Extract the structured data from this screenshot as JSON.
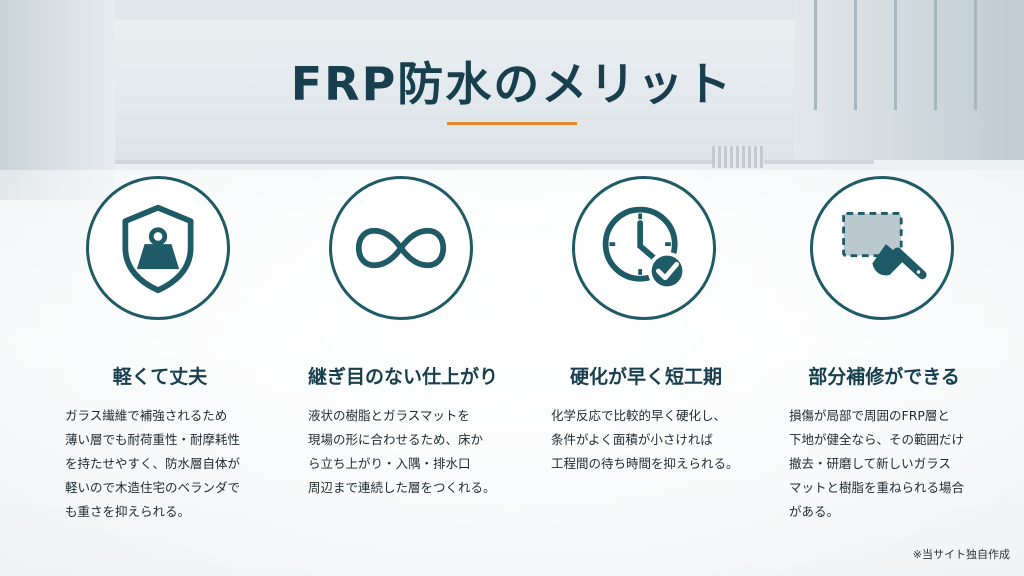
{
  "title": "FRP防水のメリット",
  "accent_color": "#e48a2a",
  "icon_color": "#1f5a67",
  "cards": [
    {
      "icon": "shield-weight-icon",
      "heading": "軽くて丈夫",
      "lines": [
        "ガラス繊維で補強されるため",
        "薄い層でも耐荷重性・耐摩耗性",
        "を持たせやすく、防水層自体が",
        "軽いので木造住宅のベランダで",
        "も重さを抑えられる。"
      ]
    },
    {
      "icon": "infinity-icon",
      "heading": "継ぎ目のない仕上がり",
      "lines": [
        "液状の樹脂とガラスマットを",
        "現場の形に合わせるため、床か",
        "ら立ち上がり・入隅・排水口",
        "周辺まで連続した層をつくれる。"
      ]
    },
    {
      "icon": "clock-check-icon",
      "heading": "硬化が早く短工期",
      "lines": [
        "化学反応で比較的早く硬化し、",
        "条件がよく面積が小さければ",
        "工程間の待ち時間を抑えられる。"
      ]
    },
    {
      "icon": "brush-patch-icon",
      "heading": "部分補修ができる",
      "lines": [
        "損傷が局部で周囲のFRP層と",
        "下地が健全なら、その範囲だけ",
        "撤去・研磨して新しいガラス",
        "マットと樹脂を重ねられる場合",
        "がある。"
      ]
    }
  ],
  "note": "※当サイト独自作成"
}
